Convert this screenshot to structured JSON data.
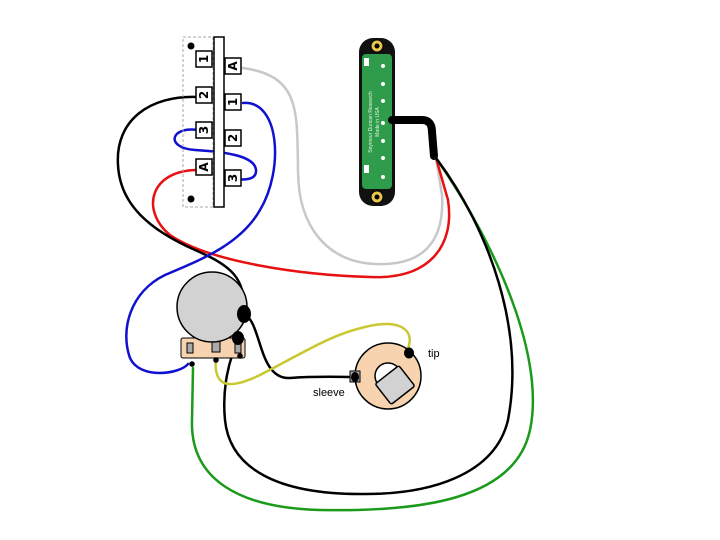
{
  "switch": {
    "lever_terminals": [
      "1",
      "2",
      "3"
    ],
    "side_terminals": [
      "A",
      "1",
      "2",
      "A",
      "3"
    ]
  },
  "pickup": {
    "brand": "Seymour Duncan Research",
    "origin": "Made in USA"
  },
  "jack": {
    "tip_label": "tip",
    "sleeve_label": "sleeve"
  },
  "colors": {
    "wire_black": "#000000",
    "wire_red": "#e81010",
    "wire_green": "#1a9a1a",
    "wire_blue": "#1010d0",
    "wire_gray": "#c8c8c8",
    "wire_yellow": "#c8c830",
    "pot_body": "#d2d2d2",
    "jack_ring": "#f7d3b0",
    "pickup_board": "#2e9c4a"
  }
}
